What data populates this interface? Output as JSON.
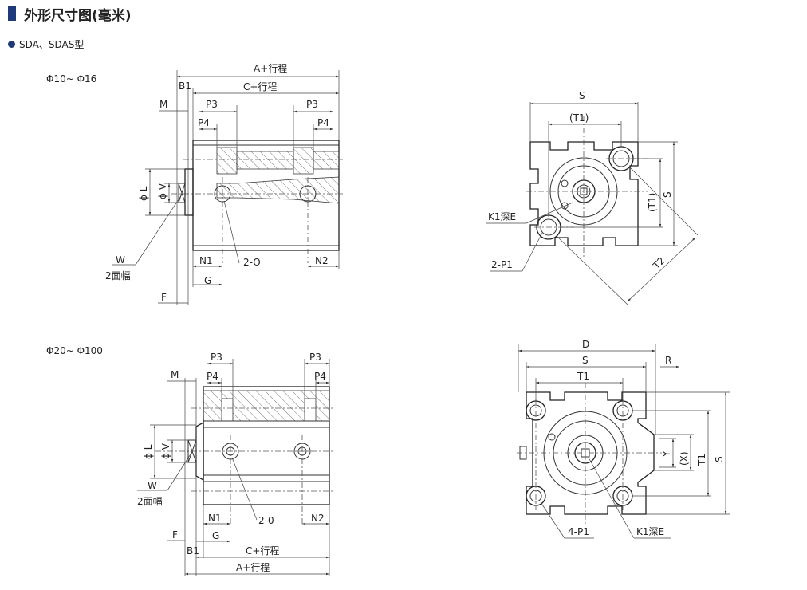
{
  "header": {
    "title": "外形尺寸图(毫米)"
  },
  "series_label": "SDA、SDAS型",
  "top_left": {
    "range": "Φ10~ Φ16",
    "A": "A+行程",
    "B1": "B1",
    "C": "C+行程",
    "M": "M",
    "P3a": "P3",
    "P3b": "P3",
    "P4a": "P4",
    "P4b": "P4",
    "phiL": "ϕ L",
    "phiV": "ϕ V",
    "W": "W",
    "W2": "2面幅",
    "N1": "N1",
    "O": "2-O",
    "N2": "N2",
    "G": "G",
    "F": "F"
  },
  "top_right": {
    "S": "S",
    "T1p": "(T1)",
    "K1": "K1深E",
    "P1": "2-P1",
    "T1v": "(T1)",
    "Sv": "S",
    "T2": "T2"
  },
  "bottom_left": {
    "range": "Φ20~ Φ100",
    "M": "M",
    "P3a": "P3",
    "P3b": "P3",
    "P4a": "P4",
    "P4b": "P4",
    "phiL": "ϕ L",
    "phiV": "ϕ V",
    "W": "W",
    "W2": "2面幅",
    "N1": "N1",
    "O": "2-0",
    "N2": "N2",
    "F": "F",
    "G": "G",
    "B1": "B1",
    "C": "C+行程",
    "A": "A+行程"
  },
  "bottom_right": {
    "D": "D",
    "S": "S",
    "R": "R",
    "T1": "T1",
    "Y": "Y",
    "X": "(X)",
    "T1v": "T1",
    "Sv": "S",
    "P1": "4-P1",
    "K1": "K1深E"
  }
}
